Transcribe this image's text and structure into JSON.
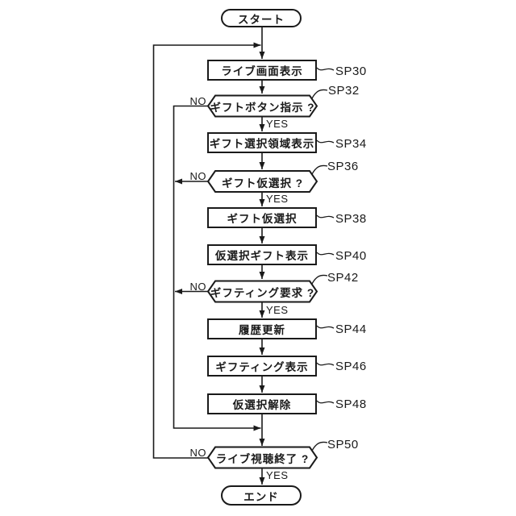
{
  "figure": {
    "colors": {
      "line": "#1a1a1a",
      "background": "#ffffff"
    },
    "terminators": {
      "start": "スタート",
      "end": "エンド"
    },
    "branch_labels": {
      "yes": "YES",
      "no": "NO"
    },
    "nodes": [
      {
        "id": "SP30",
        "type": "process",
        "label": "ライブ画面表示"
      },
      {
        "id": "SP32",
        "type": "decision",
        "label": "ギフトボタン指示 ?"
      },
      {
        "id": "SP34",
        "type": "process",
        "label": "ギフト選択領域表示"
      },
      {
        "id": "SP36",
        "type": "decision",
        "label": "ギフト仮選択 ?"
      },
      {
        "id": "SP38",
        "type": "process",
        "label": "ギフト仮選択"
      },
      {
        "id": "SP40",
        "type": "process",
        "label": "仮選択ギフト表示"
      },
      {
        "id": "SP42",
        "type": "decision",
        "label": "ギフティング要求 ?"
      },
      {
        "id": "SP44",
        "type": "process",
        "label": "履歴更新"
      },
      {
        "id": "SP46",
        "type": "process",
        "label": "ギフティング表示"
      },
      {
        "id": "SP48",
        "type": "process",
        "label": "仮選択解除"
      },
      {
        "id": "SP50",
        "type": "decision",
        "label": "ライブ視聴終了 ?"
      }
    ]
  }
}
